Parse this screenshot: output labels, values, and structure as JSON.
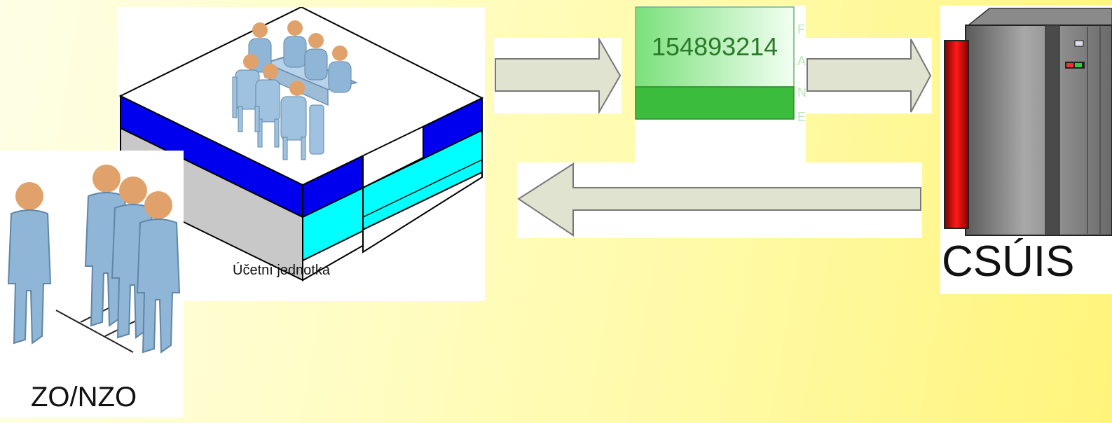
{
  "diagram": {
    "entity_label": "Účetní jednotka",
    "persons_label": "ZO/NZO",
    "system_label": "CSÚIS",
    "record_number": "154893214"
  },
  "colors": {
    "background": "#fff9a0",
    "building_blue": "#0000ee",
    "building_cyan": "#00ffff",
    "record_green": "#3cbc3c",
    "server_red": "#cc0000",
    "arrow_fill": "#dfe3cf",
    "person_blue": "#8fb6d6"
  }
}
